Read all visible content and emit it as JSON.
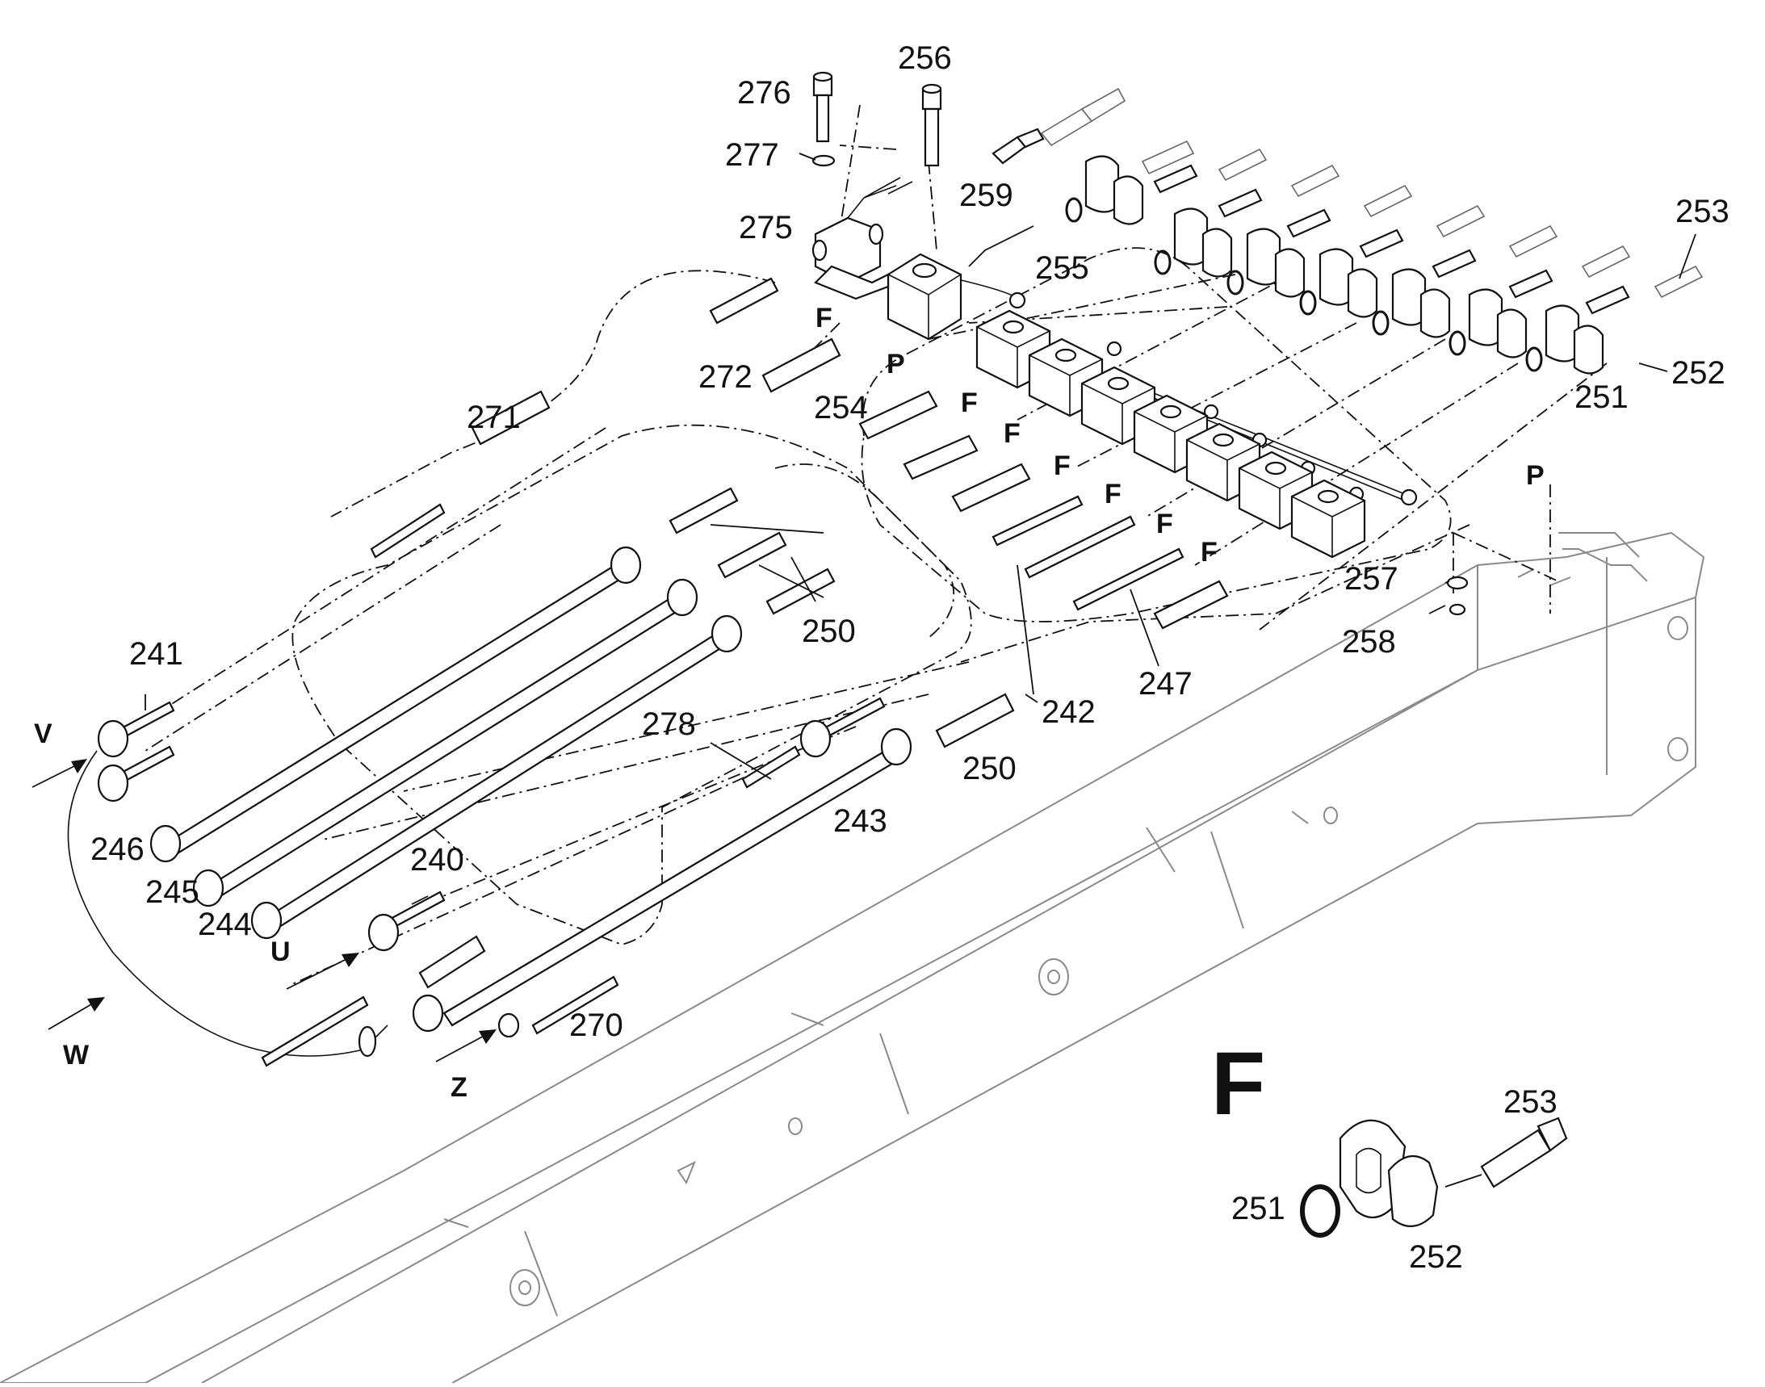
{
  "labels": {
    "p276": "276",
    "p256": "256",
    "p277": "277",
    "p259": "259",
    "p275": "275",
    "p255": "255",
    "p253": "253",
    "p272": "272",
    "p254": "254",
    "p251": "251",
    "p252": "252",
    "p271": "271",
    "p257": "257",
    "p258": "258",
    "p250a": "250",
    "p241": "241",
    "p242": "242",
    "p247": "247",
    "p278": "278",
    "p250b": "250",
    "p246": "246",
    "p243": "243",
    "p245": "245",
    "p240": "240",
    "p244": "244",
    "p270": "270",
    "d253": "253",
    "d251": "251",
    "d252": "252"
  },
  "markers": {
    "F1": "F",
    "F2": "F",
    "F3": "F",
    "F4": "F",
    "F5": "F",
    "F6": "F",
    "F7": "F",
    "P1": "P",
    "P2": "P",
    "V": "V",
    "U": "U",
    "W": "W",
    "Z": "Z"
  },
  "detail": {
    "title": "F"
  },
  "colors": {
    "line": "#111111",
    "boom": "#8a8a8a",
    "background": "#ffffff"
  }
}
